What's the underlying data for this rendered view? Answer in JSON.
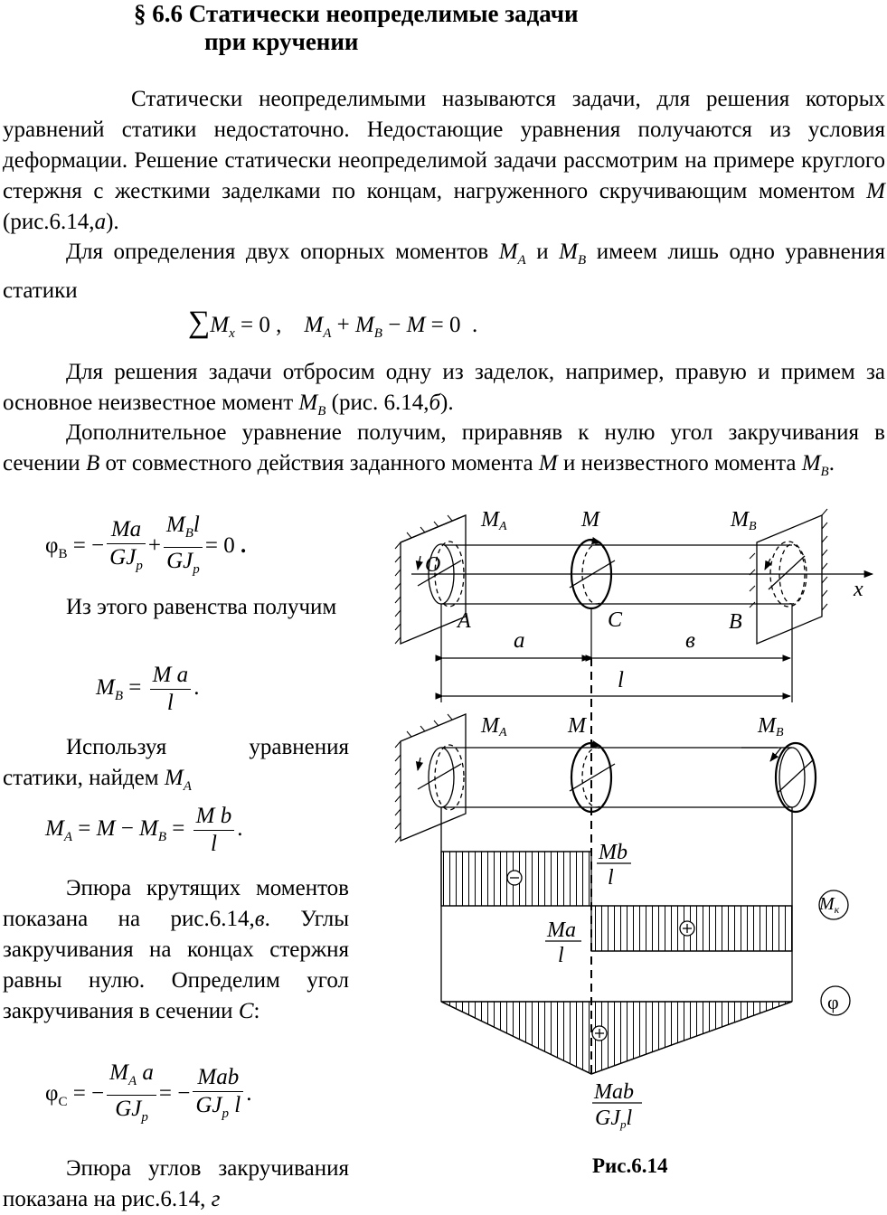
{
  "heading": {
    "line1": "§ 6.6  Статически  неопределимые  задачи",
    "line2": "при  кручении"
  },
  "intro": "Статически неопределимыми называются задачи, для решения которых уравнений статики недостаточно. Недостающие уравнения получаются из условия деформации. Решение статически неопределимой задачи рассмотрим на примере круглого стержня с жесткими заделками по концам, нагруженного скручивающим моментом",
  "intro_tail": "(рис.6.14,",
  "p2_start": "Для определения двух опорных моментов",
  "p2_and": "и",
  "p2_end": "имеем лишь одно уравнения статики",
  "p3": "Для решения задачи отбросим одну из заделок, например, правую и примем за основное неизвестное момент",
  "p3_tail": "(рис. 6.14,",
  "p4": "Дополнительное уравнение получим, приравняв к нулю угол закручивания в сечении",
  "p4_mid": "от совместного действия заданного момента",
  "p4_end": "и неизвестного момента",
  "p5": "Из этого равенства получим",
  "p6": "Используя уравнения статики, найдем",
  "p7": "Эпюра крутящих моментов показана на рис.6.14,",
  "p7_tail": "Углы закручивания на концах стержня равны нулю. Определим угол закручивания в сечении",
  "p8": "Эпюра углов закручивания показана на рис.6.14,",
  "caption": "Рис.6.14",
  "diagram": {
    "ma": "M",
    "ma_sub": "A",
    "m": "M",
    "mb": "M",
    "mb_sub": "B",
    "o": "O",
    "a_pt": "A",
    "c_pt": "C",
    "b_pt": "B",
    "x": "x",
    "dim_a": "a",
    "dim_b": "в",
    "dim_l": "l",
    "mb_label": "Mb",
    "ma_label": "Ma",
    "l_label": "l",
    "mk": "M",
    "mk_sub": "к",
    "phi": "φ",
    "mab": "Mab",
    "gjpl": "GJ",
    "gjpl_sub": "p",
    "gjpl_l": "l"
  }
}
